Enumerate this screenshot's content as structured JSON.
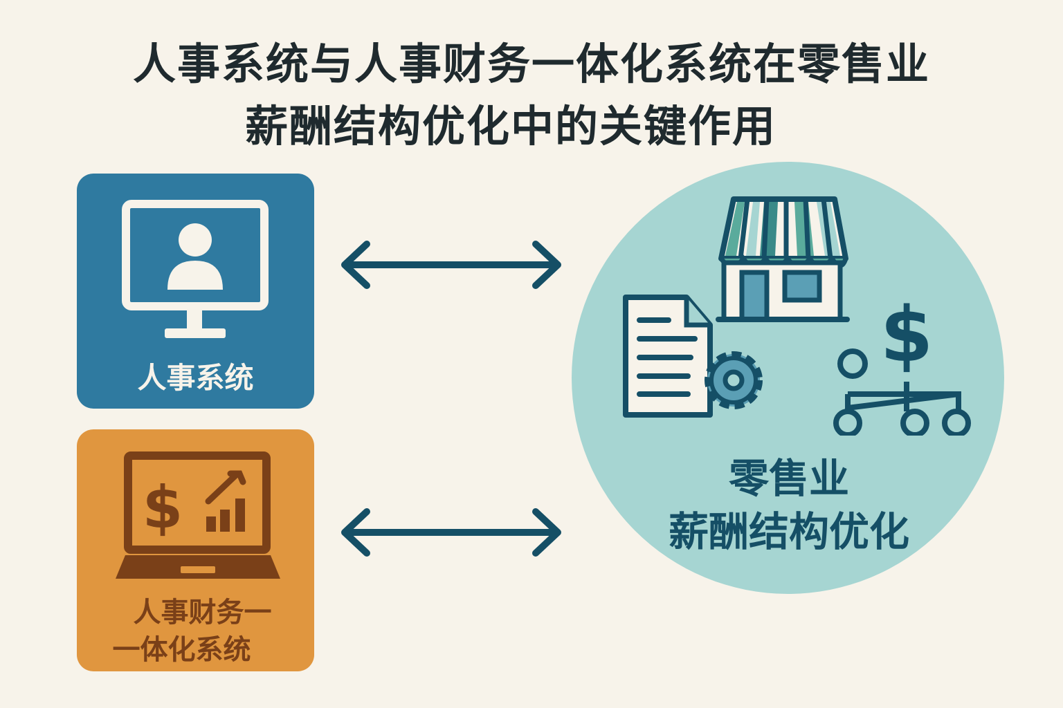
{
  "title": {
    "line1": "人事系统与人事财务一体化系统在零售业",
    "line2": "薪酬结构优化中的关键作用"
  },
  "hr_system": {
    "label": "人事系统",
    "icon": "monitor-user-icon",
    "color": "#2f7aa0"
  },
  "hr_finance_system": {
    "label_line1": "人事财务一",
    "label_line2": "一体化系统",
    "icon": "laptop-finance-chart-icon",
    "color": "#e0963f"
  },
  "retail": {
    "label_line1": "零售业",
    "label_line2": "薪酬结构优化",
    "icons": [
      "store-icon",
      "document-gear-icon",
      "dollar-hierarchy-icon"
    ],
    "color": "#a6d5d2"
  },
  "colors": {
    "background": "#f7f3ea",
    "navy": "#154f66",
    "brown": "#7a4018"
  }
}
